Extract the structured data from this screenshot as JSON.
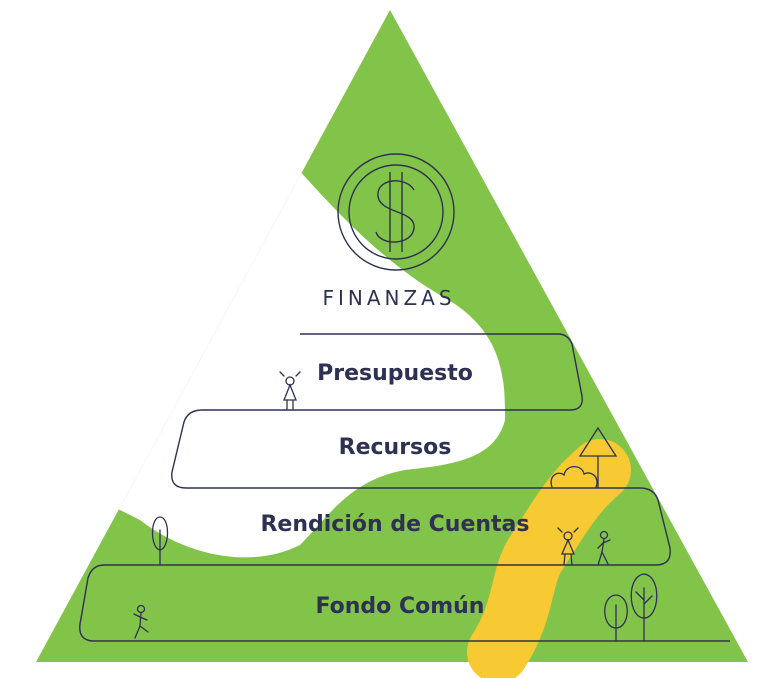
{
  "diagram": {
    "title": "FINANZAS",
    "emblem": {
      "icon": "dollar-icon"
    },
    "levels": [
      {
        "label": "Presupuesto"
      },
      {
        "label": "Recursos"
      },
      {
        "label": "Rendición de Cuentas"
      },
      {
        "label": "Fondo Común"
      }
    ],
    "colors": {
      "green": "#82C34A",
      "yellow": "#F7C932",
      "navy": "#2E3152",
      "white": "#FFFFFF"
    },
    "decorations": {
      "icons": [
        "person-icon",
        "tree-icon",
        "cloud-icon",
        "mountain-icon",
        "runner-icon"
      ]
    }
  }
}
